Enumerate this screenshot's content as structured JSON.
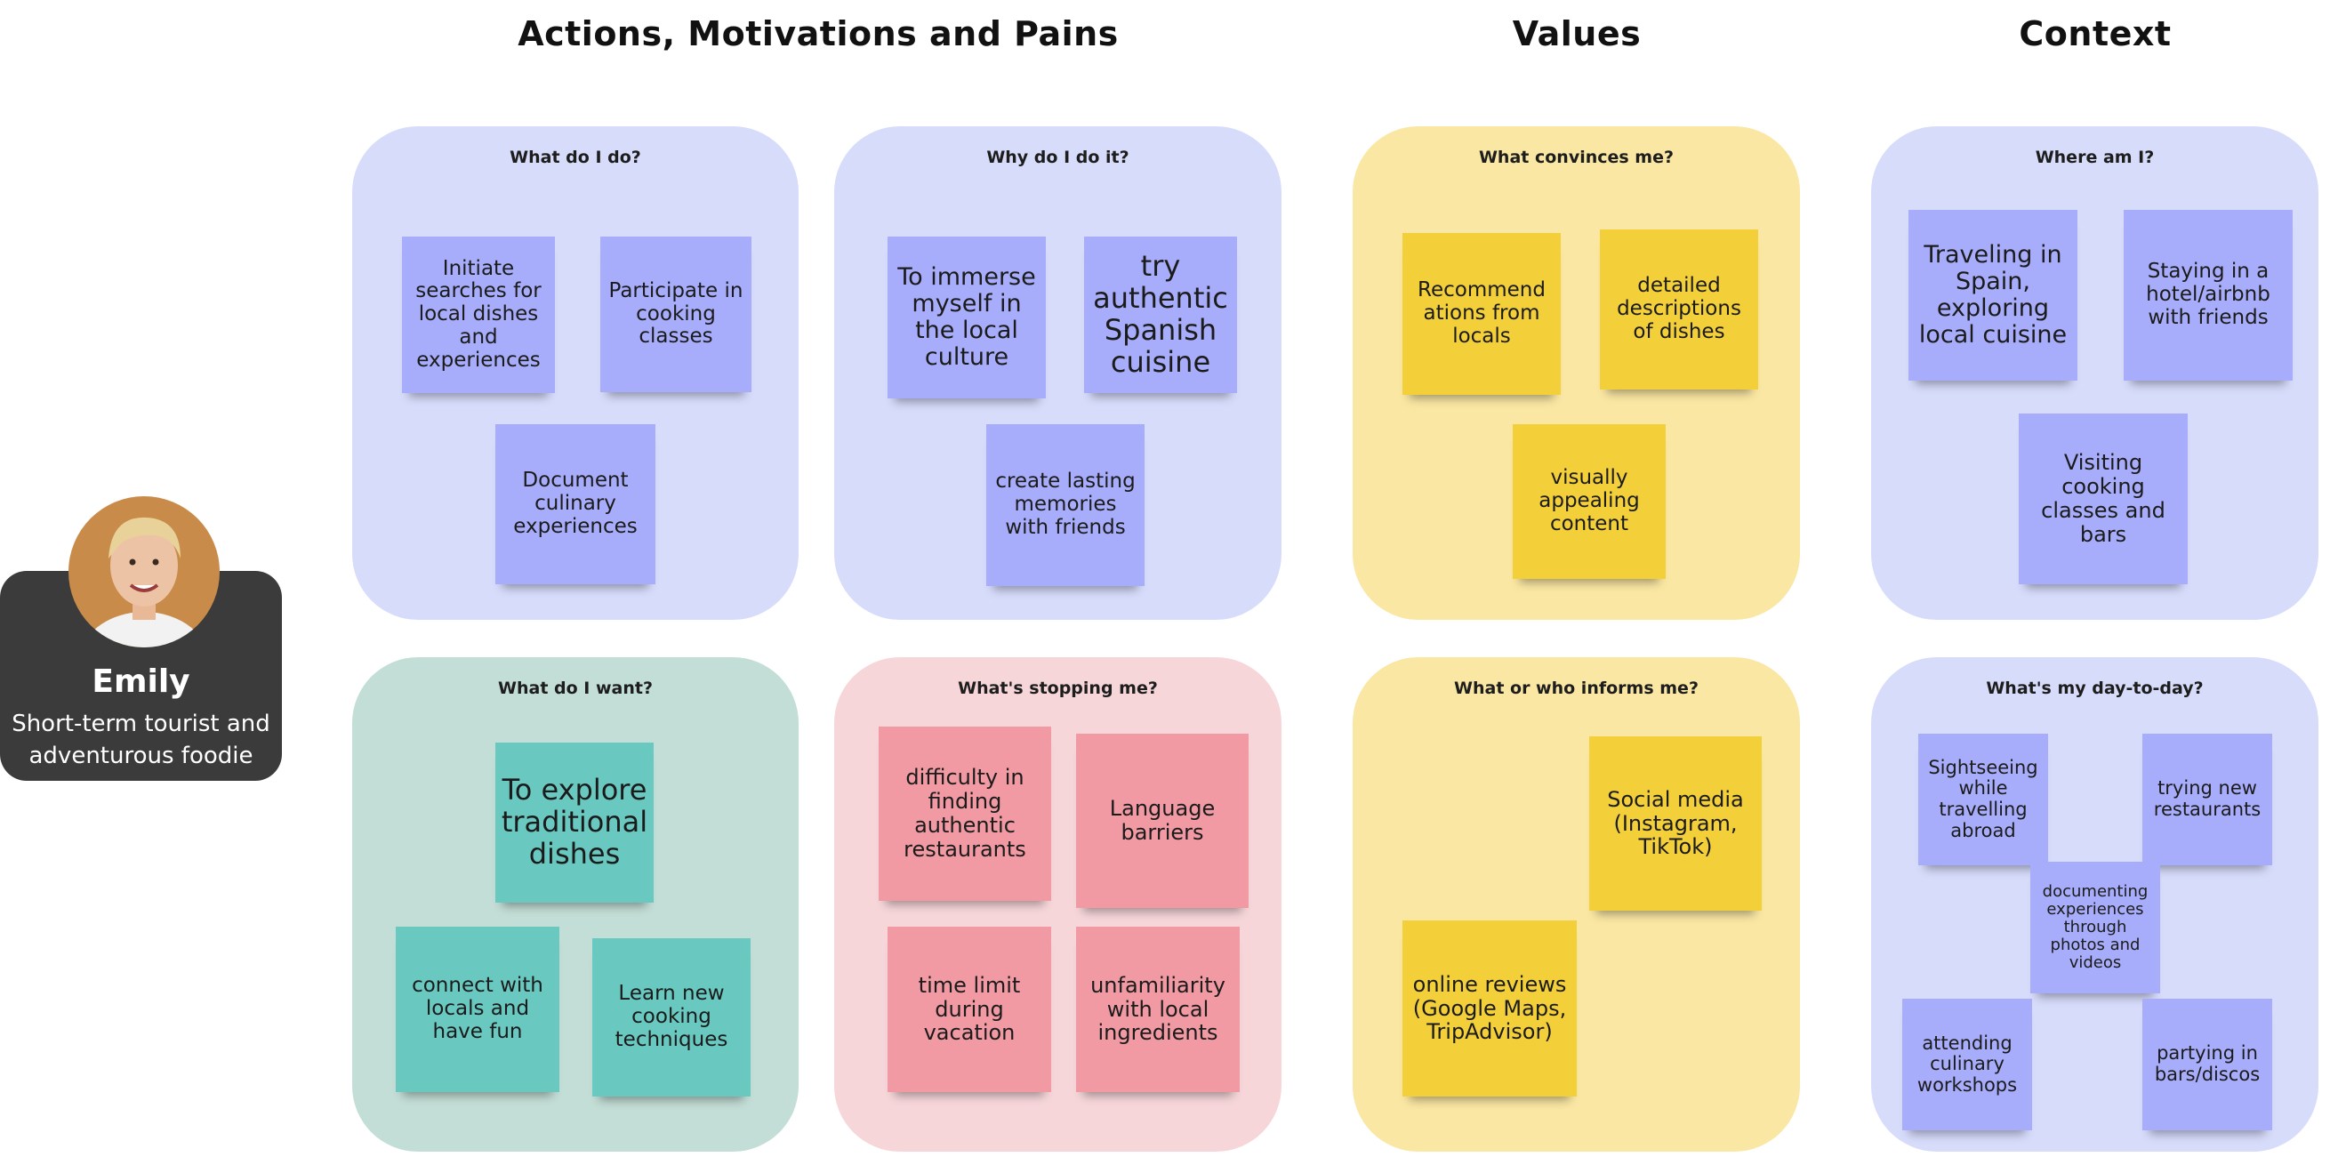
{
  "sections": {
    "amp": "Actions, Motivations and Pains",
    "values": "Values",
    "context": "Context"
  },
  "persona": {
    "name": "Emily",
    "description": "Short-term tourist and adventurous foodie"
  },
  "panels": {
    "do": {
      "label": "What do I do?",
      "notes": [
        "Initiate searches for local dishes and experiences",
        "Participate in cooking classes",
        "Document culinary experiences"
      ]
    },
    "why": {
      "label": "Why do I do it?",
      "notes": [
        "To immerse myself in the local culture",
        "try authentic Spanish cuisine",
        "create lasting memories with friends"
      ]
    },
    "want": {
      "label": "What do I want?",
      "notes": [
        "To explore traditional dishes",
        "connect with locals and have fun",
        "Learn new cooking techniques"
      ]
    },
    "stopping": {
      "label": "What's stopping me?",
      "notes": [
        "difficulty in finding authentic restaurants",
        "Language barriers",
        "time limit during vacation",
        "unfamiliarity with local ingredients"
      ]
    },
    "convinces": {
      "label": "What convinces me?",
      "notes": [
        "Recommend ations from locals",
        "detailed descriptions of dishes",
        "visually appealing content"
      ]
    },
    "informs": {
      "label": "What or who informs me?",
      "notes": [
        "Social media (Instagram, TikTok)",
        "online reviews (Google Maps, TripAdvisor)"
      ]
    },
    "where": {
      "label": "Where am I?",
      "notes": [
        "Traveling in Spain, exploring local cuisine",
        "Staying in a hotel/airbnb with friends",
        "Visiting cooking classes and bars"
      ]
    },
    "daytoday": {
      "label": "What's my day-to-day?",
      "notes": [
        "Sightseeing while travelling abroad",
        "trying new restaurants",
        "documenting experiences through photos and videos",
        "attending culinary workshops",
        "partying in bars/discos"
      ]
    }
  },
  "colors": {
    "blue_panel": "#d7dcfb",
    "green_panel": "#c3ded6",
    "pink_panel": "#f6d6d9",
    "yellow_panel": "#fae7a3",
    "blue_note": "#a7adfb",
    "teal_note": "#69c8c0",
    "pink_note": "#f19aa3",
    "yellow_note": "#f3cf3a",
    "persona_card": "#3b3b3b"
  },
  "icons": {
    "avatar": "person-avatar-photo"
  }
}
